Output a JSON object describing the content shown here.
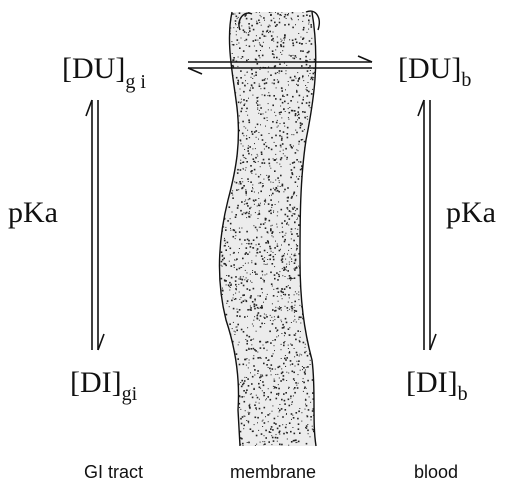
{
  "labels": {
    "du_gi_base": "[DU]",
    "du_gi_sub": "g i",
    "du_b_base": "[DU]",
    "du_b_sub": "b",
    "di_gi_base": "[DI]",
    "di_gi_sub": "gi",
    "di_b_base": "[DI]",
    "di_b_sub": "b",
    "pka_left": "pKa",
    "pka_right": "pKa"
  },
  "captions": {
    "gi_tract": "GI tract",
    "membrane": "membrane",
    "blood": "blood"
  },
  "colors": {
    "ink": "#111111",
    "background": "#ffffff"
  }
}
